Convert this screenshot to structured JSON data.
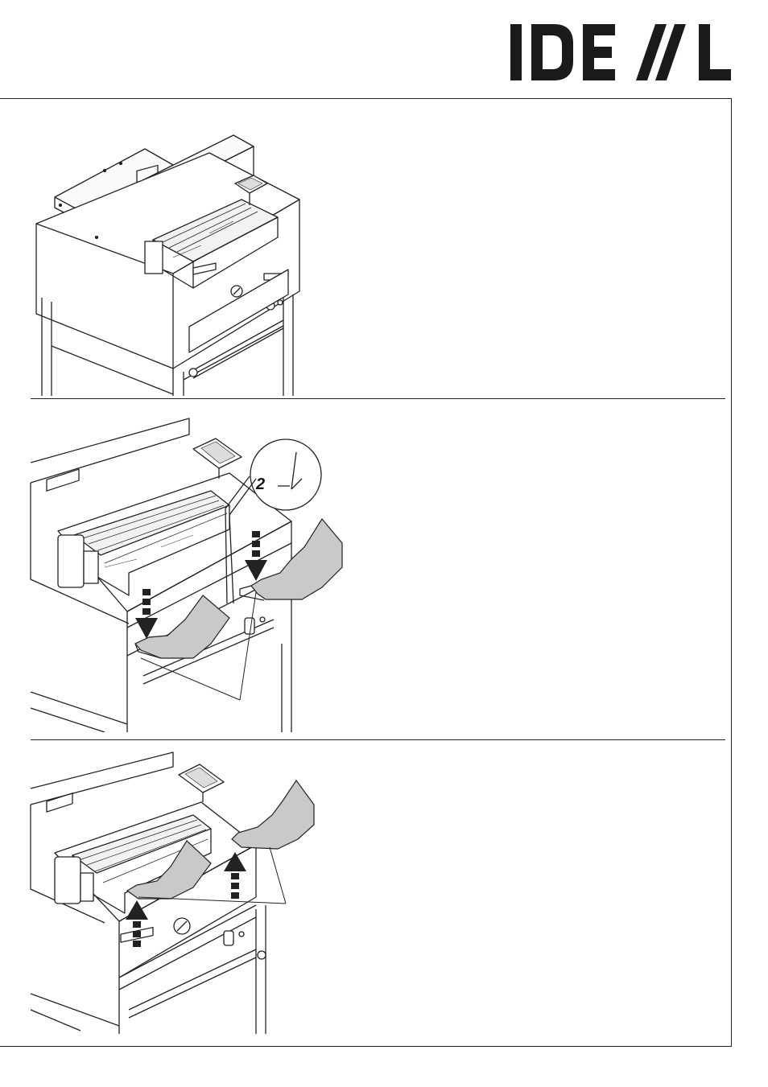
{
  "brand": {
    "logo_text": "IDEAL",
    "logo_icon": "ideal-logo",
    "color": "#1a1a1a"
  },
  "panels": [
    {
      "id": "panel-1",
      "illustration": "guillotine-cutter-overview-icon"
    },
    {
      "id": "panel-2",
      "illustration": "two-hand-cut-press-down-icon",
      "step_label": "2",
      "detail_icon": "blade-detail-icon"
    },
    {
      "id": "panel-3",
      "illustration": "two-hand-release-lift-icon"
    }
  ],
  "colors": {
    "line": "#222222",
    "gray_fill": "#c9c9c9",
    "light_fill": "#f2f2f2"
  }
}
